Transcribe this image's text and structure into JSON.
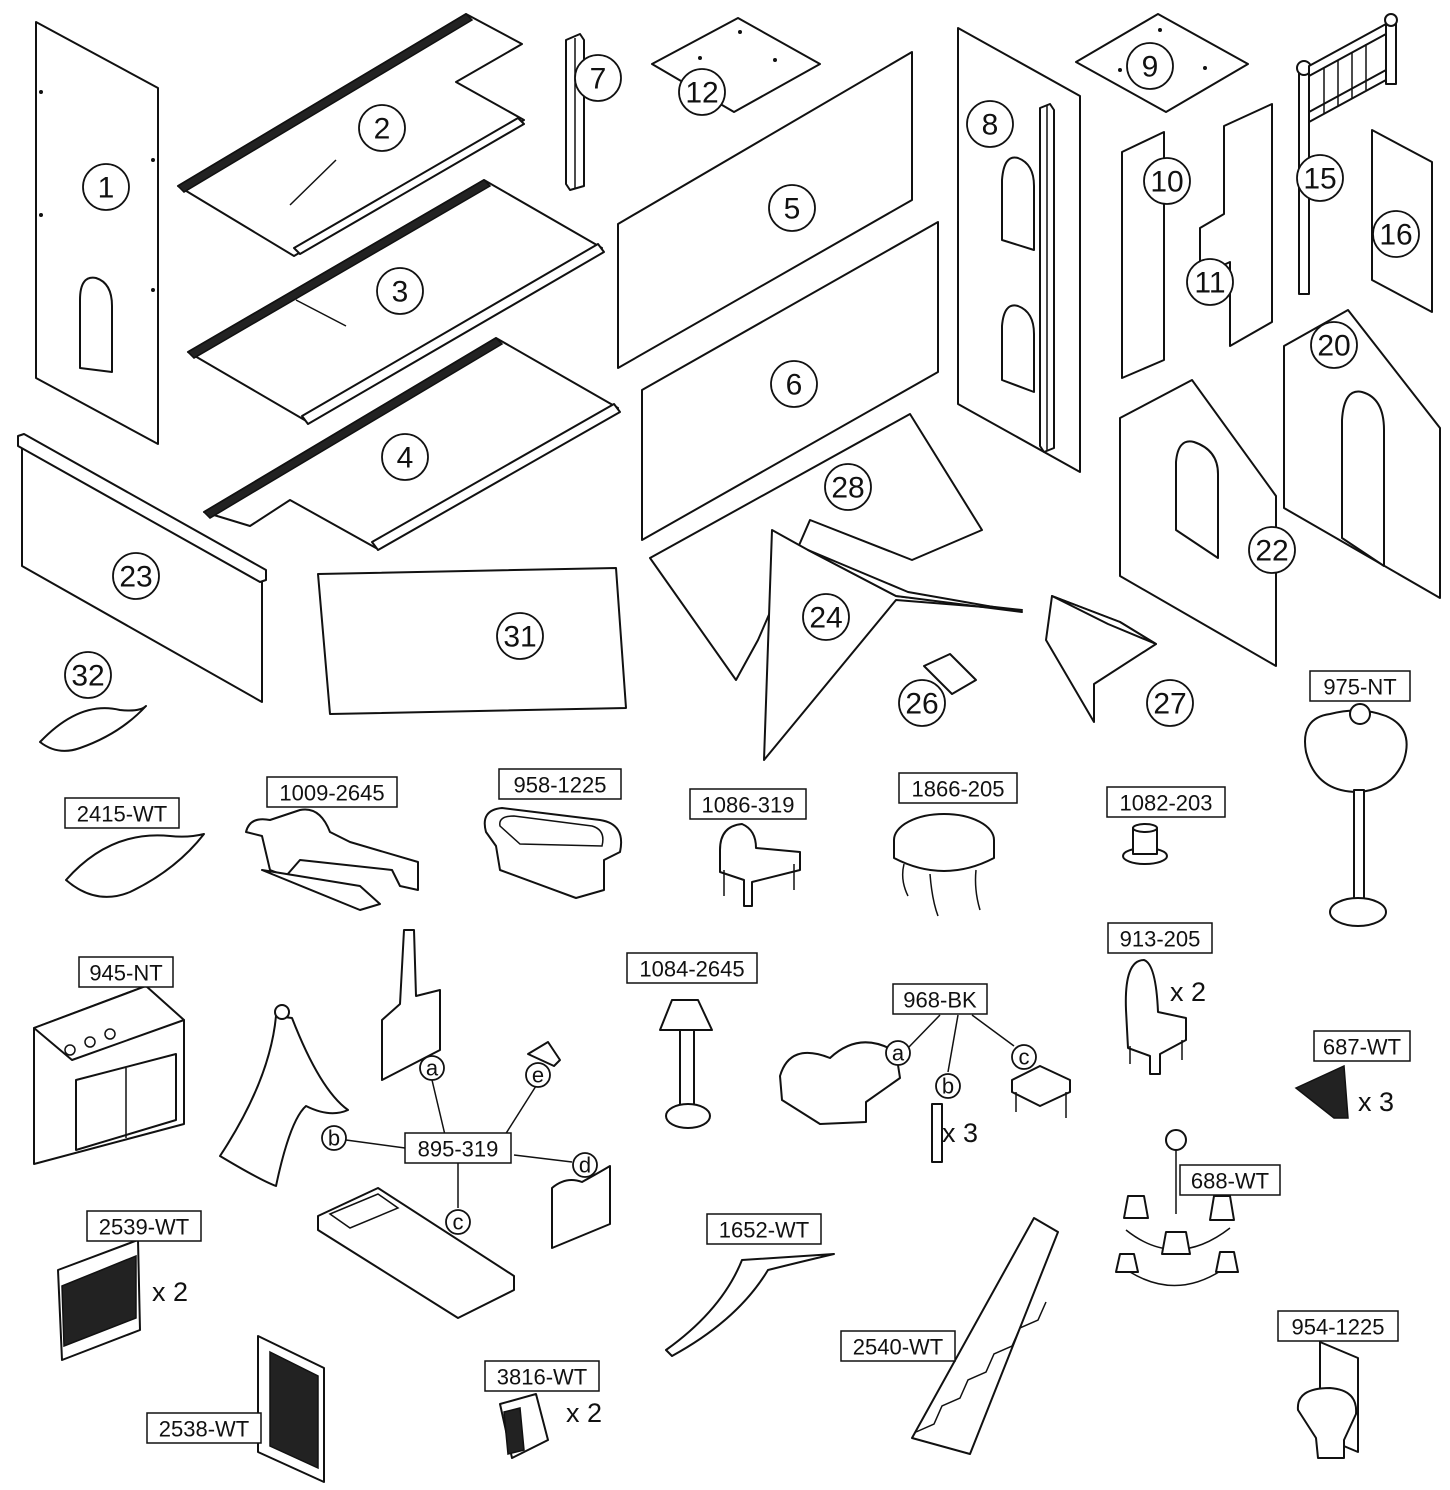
{
  "parts": [
    {
      "id": "1"
    },
    {
      "id": "2"
    },
    {
      "id": "3"
    },
    {
      "id": "4"
    },
    {
      "id": "5"
    },
    {
      "id": "6"
    },
    {
      "id": "7"
    },
    {
      "id": "8"
    },
    {
      "id": "9"
    },
    {
      "id": "10"
    },
    {
      "id": "11"
    },
    {
      "id": "12"
    },
    {
      "id": "15"
    },
    {
      "id": "16"
    },
    {
      "id": "20"
    },
    {
      "id": "22"
    },
    {
      "id": "23"
    },
    {
      "id": "24"
    },
    {
      "id": "26"
    },
    {
      "id": "27"
    },
    {
      "id": "28"
    },
    {
      "id": "31"
    },
    {
      "id": "32"
    }
  ],
  "accessories": [
    {
      "code": "975-NT"
    },
    {
      "code": "2415-WT"
    },
    {
      "code": "1009-2645"
    },
    {
      "code": "958-1225"
    },
    {
      "code": "1086-319"
    },
    {
      "code": "1866-205"
    },
    {
      "code": "1082-203"
    },
    {
      "code": "945-NT"
    },
    {
      "code": "1084-2645"
    },
    {
      "code": "968-BK"
    },
    {
      "code": "913-205",
      "qty": "x 2"
    },
    {
      "code": "687-WT",
      "qty": "x 3"
    },
    {
      "code": "895-319"
    },
    {
      "code": "688-WT"
    },
    {
      "code": "2539-WT",
      "qty": "x 2"
    },
    {
      "code": "1652-WT"
    },
    {
      "code": "2540-WT"
    },
    {
      "code": "954-1225"
    },
    {
      "code": "2538-WT"
    },
    {
      "code": "3816-WT",
      "qty": "x 2"
    }
  ],
  "subparts": {
    "set_895": [
      "a",
      "b",
      "c",
      "d",
      "e"
    ],
    "set_968": [
      "a",
      "b",
      "c"
    ],
    "set_968_b_qty": "x 3"
  }
}
